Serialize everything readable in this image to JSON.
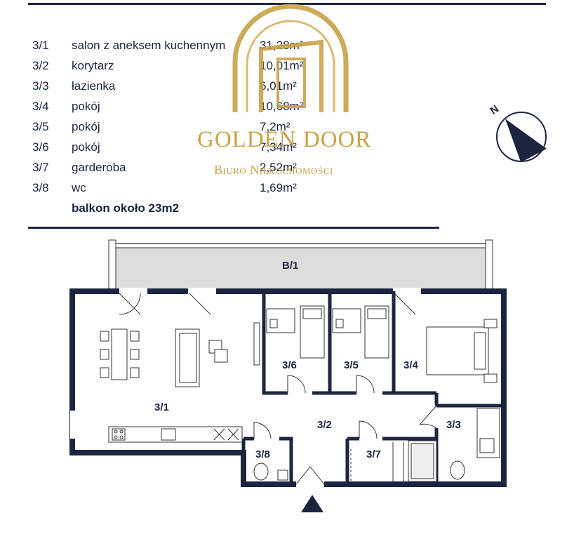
{
  "rooms": [
    {
      "id": "3/1",
      "name": "salon z aneksem kuchennym",
      "area": "31,28m²"
    },
    {
      "id": "3/2",
      "name": "korytarz",
      "area": "10,01m²"
    },
    {
      "id": "3/3",
      "name": "łazienka",
      "area": "6,01m²"
    },
    {
      "id": "3/4",
      "name": "pokój",
      "area": "10,68m²"
    },
    {
      "id": "3/5",
      "name": "pokój",
      "area": "7,2m²"
    },
    {
      "id": "3/6",
      "name": "pokój",
      "area": "7,34m²"
    },
    {
      "id": "3/7",
      "name": "garderoba",
      "area": "2,52m²"
    },
    {
      "id": "3/8",
      "name": "wc",
      "area": "1,69m²"
    }
  ],
  "balcony_note": "balkon około 23m2",
  "compass": {
    "label": "N"
  },
  "watermark": {
    "title": "GOLDEN DOOR",
    "subtitle": "Biuro Nieruchomości"
  },
  "plan_labels": {
    "balcony": "B/1",
    "r31": "3/1",
    "r32": "3/2",
    "r33": "3/3",
    "r34": "3/4",
    "r35": "3/5",
    "r36": "3/6",
    "r37": "3/7",
    "r38": "3/8"
  },
  "colors": {
    "ink": "#1c2540",
    "gold": "#c9a24a",
    "balcony_fill": "#dcdcdc"
  }
}
